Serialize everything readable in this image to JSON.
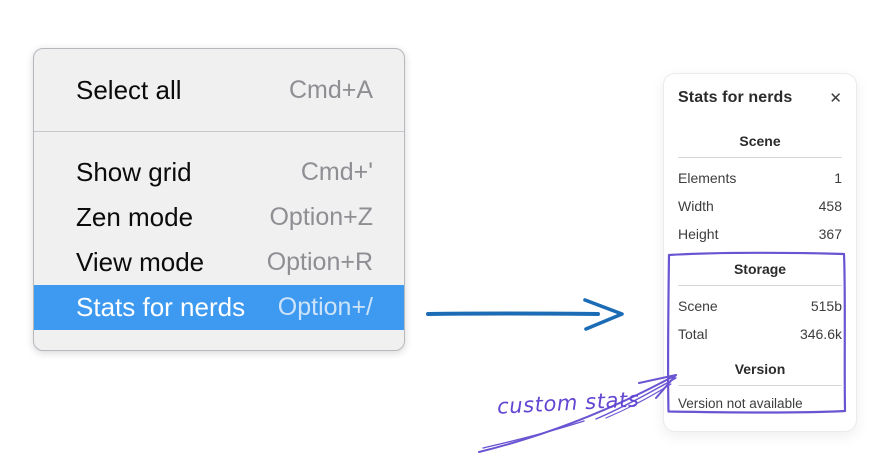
{
  "context_menu": {
    "items": [
      {
        "label": "Select all",
        "shortcut": "Cmd+A"
      },
      {
        "label": "Show grid",
        "shortcut": "Cmd+'"
      },
      {
        "label": "Zen mode",
        "shortcut": "Option+Z"
      },
      {
        "label": "View mode",
        "shortcut": "Option+R"
      },
      {
        "label": "Stats for nerds",
        "shortcut": "Option+/",
        "selected": true
      }
    ]
  },
  "stats_panel": {
    "title": "Stats for nerds",
    "close_icon": "✕",
    "sections": [
      {
        "header": "Scene",
        "rows": [
          {
            "label": "Elements",
            "value": "1"
          },
          {
            "label": "Width",
            "value": "458"
          },
          {
            "label": "Height",
            "value": "367"
          }
        ]
      },
      {
        "header": "Storage",
        "rows": [
          {
            "label": "Scene",
            "value": "515b"
          },
          {
            "label": "Total",
            "value": "346.6k"
          }
        ]
      },
      {
        "header": "Version",
        "note": "Version not available"
      }
    ]
  },
  "annotation": {
    "label": "custom stats"
  },
  "colors": {
    "menu_highlight": "#3d9af0",
    "menu_background": "#f0f0f1",
    "arrow_blue": "#1c6cb5",
    "annotation_purple": "#6b54d2"
  }
}
